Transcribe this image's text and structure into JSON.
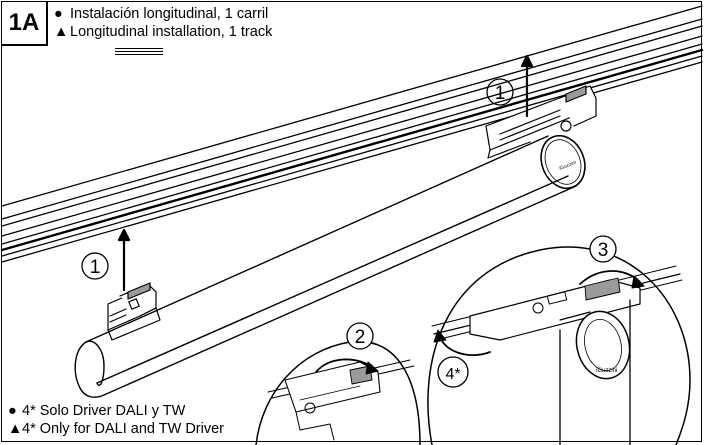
{
  "step_badge": "1A",
  "header": {
    "lines": [
      {
        "symbol": "●",
        "text": "Instalación longitudinal, 1 carril"
      },
      {
        "symbol": "▲",
        "text": "Longitudinal installation, 1 track"
      }
    ]
  },
  "callouts": {
    "step1": "1",
    "step2": "2",
    "step3": "3",
    "step4": "4*"
  },
  "note": {
    "lines": [
      {
        "symbol": "●",
        "text": "4* Solo Driver DALI y TW"
      },
      {
        "symbol": "▲",
        "text": "4* Only for DALI and TW Driver"
      }
    ]
  },
  "colors": {
    "line": "#000000",
    "background": "#ffffff",
    "fill_gray": "#9a9a9a"
  }
}
